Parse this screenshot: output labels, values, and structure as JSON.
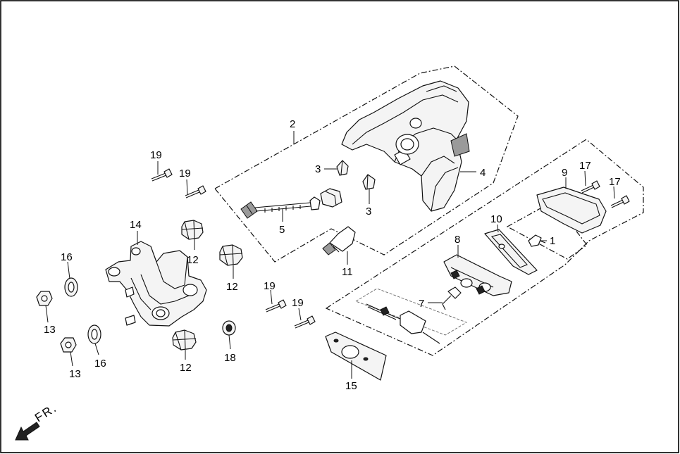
{
  "callouts": [
    {
      "id": "c-2",
      "label": "2"
    },
    {
      "id": "c-3a",
      "label": "3"
    },
    {
      "id": "c-3b",
      "label": "3"
    },
    {
      "id": "c-4",
      "label": "4"
    },
    {
      "id": "c-5",
      "label": "5"
    },
    {
      "id": "c-19a",
      "label": "19"
    },
    {
      "id": "c-19b",
      "label": "19"
    },
    {
      "id": "c-19c",
      "label": "19"
    },
    {
      "id": "c-19d",
      "label": "19"
    },
    {
      "id": "c-14",
      "label": "14"
    },
    {
      "id": "c-12a",
      "label": "12"
    },
    {
      "id": "c-12b",
      "label": "12"
    },
    {
      "id": "c-12c",
      "label": "12"
    },
    {
      "id": "c-16a",
      "label": "16"
    },
    {
      "id": "c-16b",
      "label": "16"
    },
    {
      "id": "c-13a",
      "label": "13"
    },
    {
      "id": "c-13b",
      "label": "13"
    },
    {
      "id": "c-18",
      "label": "18"
    },
    {
      "id": "c-11",
      "label": "11"
    },
    {
      "id": "c-10",
      "label": "10"
    },
    {
      "id": "c-9",
      "label": "9"
    },
    {
      "id": "c-17a",
      "label": "17"
    },
    {
      "id": "c-17b",
      "label": "17"
    },
    {
      "id": "c-1",
      "label": "1"
    },
    {
      "id": "c-8",
      "label": "8"
    },
    {
      "id": "c-7",
      "label": "7"
    },
    {
      "id": "c-15",
      "label": "15"
    }
  ],
  "direction": {
    "label": "FR."
  }
}
